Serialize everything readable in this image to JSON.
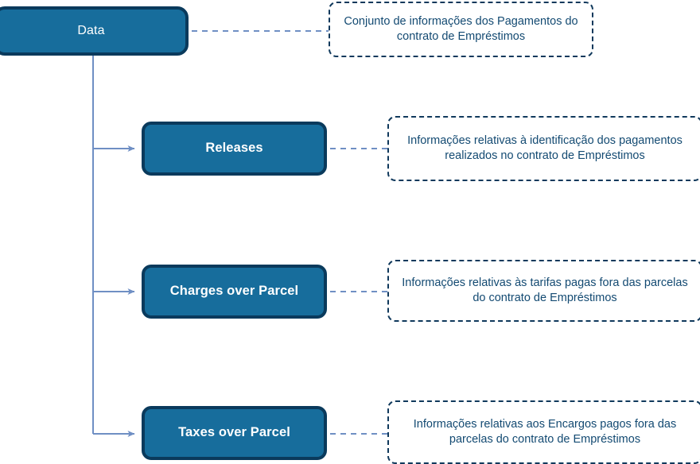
{
  "diagram": {
    "type": "tree-with-annotations",
    "title": "Data",
    "colors": {
      "node_fill": "#176d9c",
      "node_border": "#0a3a5c",
      "node_text": "#ffffff",
      "note_border": "#10395c",
      "note_text": "#134a72",
      "connector": "#6f8fc4",
      "background": "#ffffff"
    },
    "root": {
      "label": "Data",
      "note": "Conjunto de informações dos Pagamentos do contrato de Empréstimos"
    },
    "children": [
      {
        "label": "Releases",
        "note": "Informações relativas à identificação dos pagamentos realizados no contrato de Empréstimos"
      },
      {
        "label": "Charges over Parcel",
        "note": "Informações relativas às tarifas pagas fora das parcelas do contrato de Empréstimos"
      },
      {
        "label": "Taxes over Parcel",
        "note": "Informações relativas aos Encargos pagos fora das parcelas do contrato de Empréstimos"
      }
    ]
  }
}
